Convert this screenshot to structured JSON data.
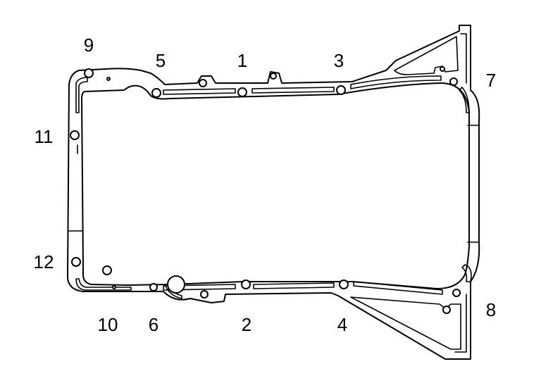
{
  "diagram": {
    "bolt_labels": [
      "1",
      "2",
      "3",
      "4",
      "5",
      "6",
      "7",
      "8",
      "9",
      "10",
      "11",
      "12"
    ]
  }
}
